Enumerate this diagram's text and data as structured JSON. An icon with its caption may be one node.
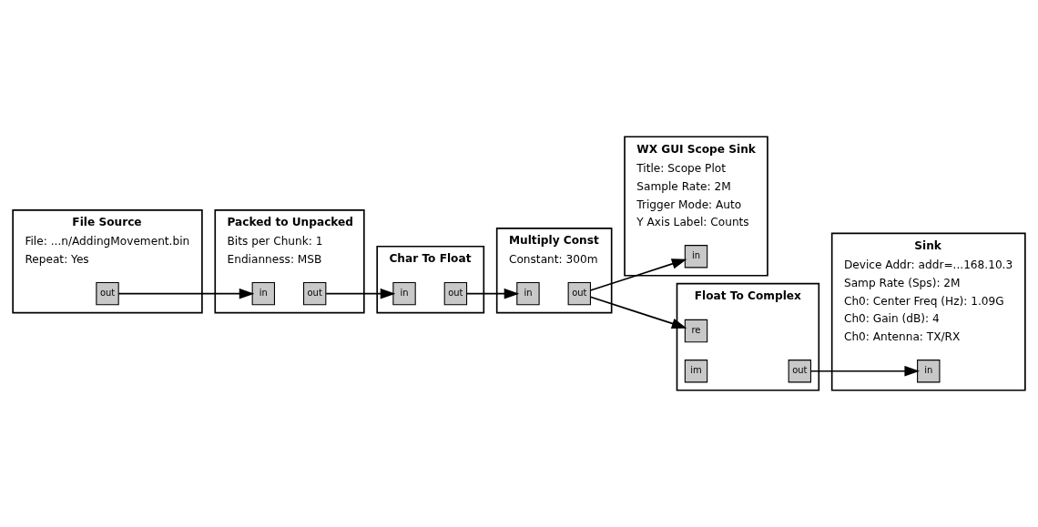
{
  "diagram": {
    "nodes": [
      {
        "text": [
          "File Source",
          "File: ...n/AddingMovement.bin",
          "Repeat: Yes"
        ]
      },
      {
        "text": [
          "out"
        ],
        "in": 0
      },
      {
        "text": [
          "Packed to Unpacked",
          "Bits per Chunk: 1",
          "Endianness: MSB"
        ]
      },
      {
        "text": [
          "in"
        ],
        "in": 2
      },
      {
        "text": [
          "out"
        ],
        "in": 2
      },
      {
        "text": [
          "Char To Float"
        ]
      },
      {
        "text": [
          "in"
        ],
        "in": 5
      },
      {
        "text": [
          "out"
        ],
        "in": 5
      },
      {
        "text": [
          "Multiply Const",
          "Constant: 300m"
        ]
      },
      {
        "text": [
          "in"
        ],
        "in": 8
      },
      {
        "text": [
          "out"
        ],
        "in": 8
      },
      {
        "text": [
          "WX GUI Scope Sink",
          "Title: Scope Plot",
          "Sample Rate: 2M",
          "Trigger Mode: Auto",
          "Y Axis Label: Counts"
        ]
      },
      {
        "text": [
          "in"
        ],
        "in": 11
      },
      {
        "text": [
          "Float To Complex"
        ]
      },
      {
        "text": [
          "re"
        ],
        "in": 13
      },
      {
        "text": [
          "im"
        ],
        "in": 13
      },
      {
        "text": [
          "out"
        ],
        "in": 13
      },
      {
        "text": [
          "Sink",
          "Device Addr: addr=...168.10.3",
          "Samp Rate (Sps): 2M",
          "Ch0: Center Freq (Hz): 1.09G",
          "Ch0: Gain (dB): 4",
          "Ch0: Antenna: TX/RX"
        ]
      },
      {
        "text": [
          "in"
        ],
        "in": 17
      }
    ],
    "edges": [
      {
        "from": 1,
        "to": 3,
        "arrow": "to"
      },
      {
        "from": 4,
        "to": 6,
        "arrow": "to"
      },
      {
        "from": 7,
        "to": 9,
        "arrow": "to"
      },
      {
        "from": 10,
        "to": 12,
        "arrow": "to"
      },
      {
        "from": 10,
        "to": 14,
        "arrow": "to"
      },
      {
        "from": 16,
        "to": 18,
        "arrow": "to"
      }
    ]
  }
}
